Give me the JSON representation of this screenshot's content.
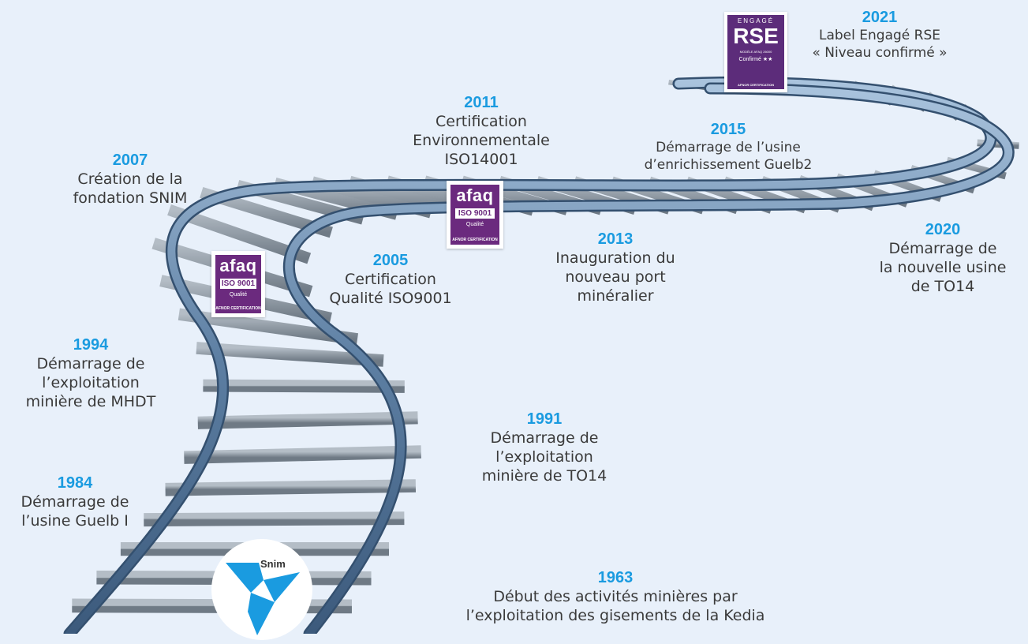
{
  "events": [
    {
      "id": "1963",
      "year": "1963",
      "lines": [
        "Début des activités minières par",
        "l’exploitation des gisements de la Kedia"
      ]
    },
    {
      "id": "1984",
      "year": "1984",
      "lines": [
        "Démarrage de",
        "l’usine Guelb I"
      ]
    },
    {
      "id": "1991",
      "year": "1991",
      "lines": [
        "Démarrage de",
        "l’exploitation",
        "minière de TO14"
      ]
    },
    {
      "id": "1994",
      "year": "1994",
      "lines": [
        "Démarrage de",
        "l’exploitation",
        "minière de MHDT"
      ]
    },
    {
      "id": "2005",
      "year": "2005",
      "lines": [
        "Certification",
        "Qualité ISO9001"
      ]
    },
    {
      "id": "2007",
      "year": "2007",
      "lines": [
        "Création de la",
        "fondation SNIM"
      ]
    },
    {
      "id": "2011",
      "year": "2011",
      "lines": [
        "Certification",
        "Environnementale",
        "ISO14001"
      ]
    },
    {
      "id": "2013",
      "year": "2013",
      "lines": [
        "Inauguration du",
        "nouveau port",
        "minéralier"
      ]
    },
    {
      "id": "2015",
      "year": "2015",
      "lines": [
        "Démarrage de l’usine",
        "d’enrichissement Guelb2"
      ]
    },
    {
      "id": "2020",
      "year": "2020",
      "lines": [
        "Démarrage de",
        "la nouvelle usine",
        "de TO14"
      ]
    },
    {
      "id": "2021",
      "year": "2021",
      "lines": [
        "Label Engagé RSE",
        "« Niveau confirmé »"
      ]
    }
  ],
  "badges": {
    "afaq": {
      "word": "afaq",
      "iso": "ISO 9001",
      "quality": "Qualité",
      "cert": "AFNOR CERTIFICATION"
    },
    "rse": {
      "top": "ENGAGÉ",
      "word": "RSE",
      "sub": "MODÈLE AFAQ 26000",
      "confirmed": "Confirmé ★★",
      "cert": "AFNOR CERTIFICATION"
    }
  },
  "logo": {
    "name": "Snim"
  },
  "colors": {
    "year": "#1a9be0",
    "text": "#3a3a3a",
    "rail": "#5d7fa3",
    "tie": "#8e9aa6",
    "badge": "#6b2a7e"
  }
}
